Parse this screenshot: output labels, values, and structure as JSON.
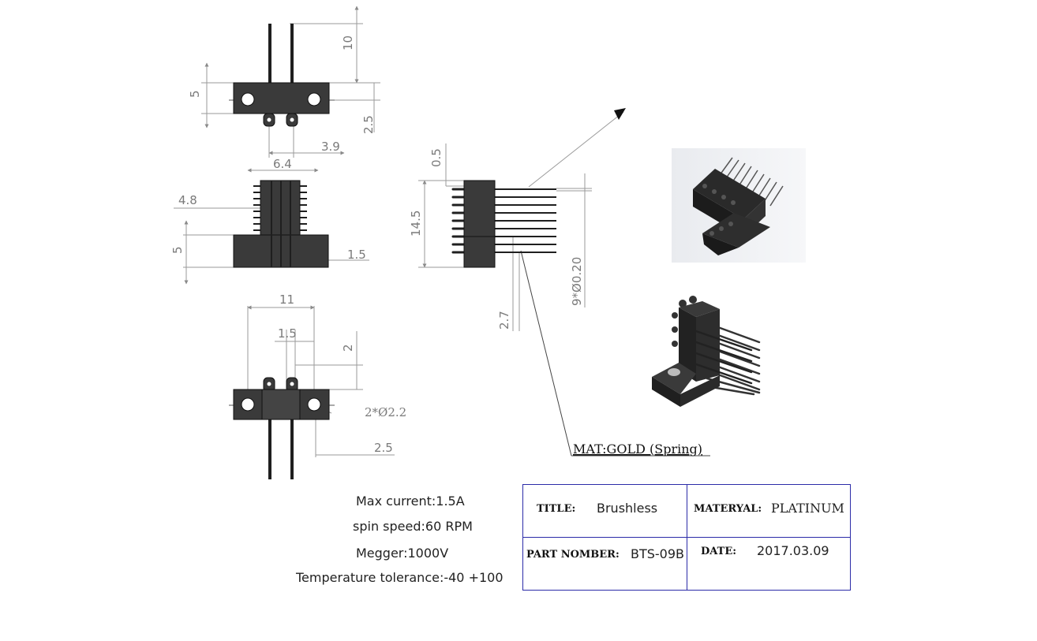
{
  "dimensions": {
    "top_view": {
      "pin_len": "10",
      "body_h": "5",
      "offset": "2.5",
      "pitch": "3.9"
    },
    "front_view": {
      "width": "6.4",
      "upper": "4.8",
      "base_h": "5",
      "step": "1.5"
    },
    "bottom_view": {
      "width": "11",
      "pitch": "1.5",
      "pin": "2",
      "hole": "2*Ø2.2",
      "offset": "2.5"
    },
    "side_view": {
      "top": "0.5",
      "height": "14.5",
      "pin_gap": "2.7",
      "pin_dia": "9*Ø0.20"
    }
  },
  "material_callout": "MAT:GOLD (Spring)",
  "specs": {
    "max_current": "Max current:1.5A",
    "spin_speed": "spin speed:60 RPM",
    "megger": "Megger:1000V",
    "temperature": "Temperature tolerance:-40  +100"
  },
  "title_block": {
    "title_label": "TITLE:",
    "title_value": "Brushless",
    "material_label": "MATERYAL:",
    "material_value": "PLATINUM",
    "part_label": "PART NOMBER:",
    "part_value": "BTS-09B",
    "date_label": "DATE:",
    "date_value": "2017.03.09"
  },
  "colors": {
    "body": "#3a3a3a",
    "dim_line": "#8a8a8a",
    "table_border": "#2b2ba8"
  }
}
